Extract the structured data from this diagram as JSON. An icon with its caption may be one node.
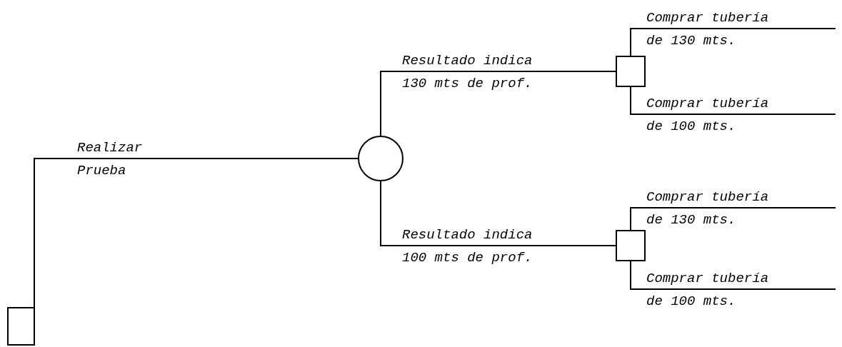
{
  "diagram": {
    "nodes": [
      {
        "text": [],
        "shape": "box"
      },
      {
        "text": [],
        "shape": "circle"
      },
      {
        "text": [],
        "shape": "box"
      },
      {
        "text": [],
        "shape": "box"
      }
    ],
    "edges": [
      {
        "from": 0,
        "to": 1,
        "arrow": "none",
        "label": "Realizar Prueba"
      },
      {
        "from": 1,
        "to": 2,
        "arrow": "none",
        "label": "Resultado indica 130 mts de prof."
      },
      {
        "from": 1,
        "to": 3,
        "arrow": "none",
        "label": "Resultado indica 100 mts de prof."
      },
      {
        "from": 2,
        "to": null,
        "arrow": "none",
        "label": "Comprar tubería de 130 mts."
      },
      {
        "from": 2,
        "to": null,
        "arrow": "none",
        "label": "Comprar tubería de 100 mts."
      },
      {
        "from": 3,
        "to": null,
        "arrow": "none",
        "label": "Comprar tubería de 130 mts."
      },
      {
        "from": 3,
        "to": null,
        "arrow": "none",
        "label": "Comprar tubería de 100 mts."
      }
    ]
  }
}
